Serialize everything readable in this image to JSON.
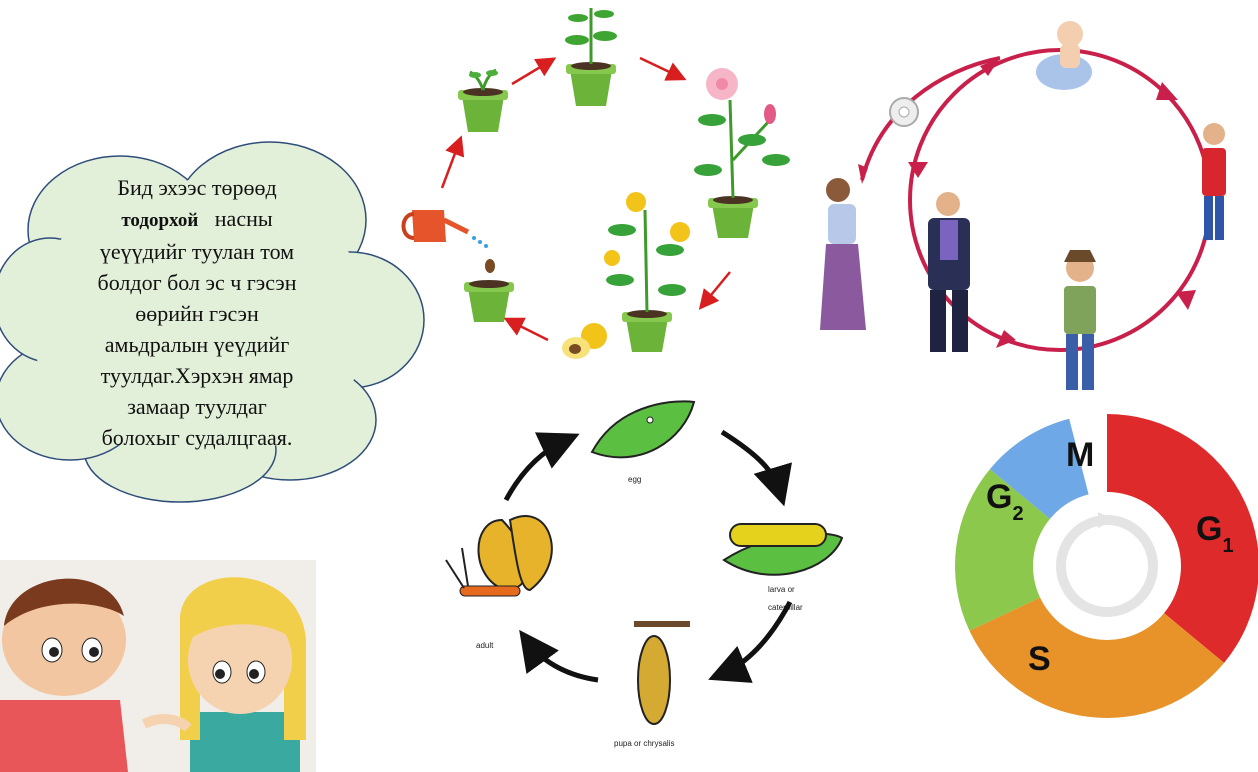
{
  "cloud_text": {
    "line1": "Бид эхээс төрөөд",
    "line2_bold": "тодорхой",
    "line2_rest": "насны",
    "line3": "үеүүдийг туулан том",
    "line4": "болдог бол эс ч гэсэн",
    "line5": "өөрийн гэсэн",
    "line6": "амьдралын үеүдийг",
    "line7": "туулдаг.Хэрхэн ямар",
    "line8": "замаар туулдаг",
    "line9": "болохыг судалцгаая."
  },
  "butterfly_labels": {
    "egg": "egg",
    "larva_line1": "larva  or",
    "larva_line2": "caterpillar",
    "pupa": "pupa  or  chrysalis",
    "adult": "adult"
  },
  "cell_cycle": {
    "M": "M",
    "G2_letter": "G",
    "G2_sub": "2",
    "G1_letter": "G",
    "G1_sub": "1",
    "S": "S",
    "colors": {
      "G1": "#de2a2a",
      "S": "#e8922a",
      "G2": "#8cc84b",
      "M": "#6fa8e6"
    },
    "shares": {
      "G1": 0.36,
      "S": 0.32,
      "G2": 0.18,
      "M": 0.1
    }
  },
  "icons": [
    "plant-cycle",
    "human-life-cycle",
    "butterfly-life-cycle",
    "cell-cycle-ring",
    "kids-illustration",
    "watering-can-icon"
  ]
}
